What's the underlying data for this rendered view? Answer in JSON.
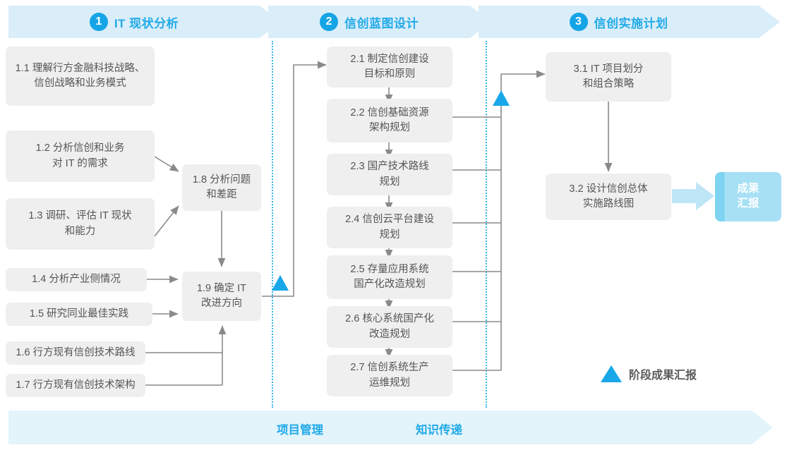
{
  "phases": [
    {
      "num": "1",
      "title": "IT 现状分析"
    },
    {
      "num": "2",
      "title": "信创蓝图设计"
    },
    {
      "num": "3",
      "title": "信创实施计划"
    }
  ],
  "tasks": {
    "phase1_left": [
      {
        "id": "1.1",
        "text": "1.1 理解行方金融科技战略、\n信创战略和业务模式"
      },
      {
        "id": "1.2",
        "text": "1.2 分析信创和业务\n对 IT 的需求"
      },
      {
        "id": "1.3",
        "text": "1.3 调研、评估 IT 现状\n和能力"
      },
      {
        "id": "1.4",
        "text": "1.4 分析产业侧情况"
      },
      {
        "id": "1.5",
        "text": "1.5 研究同业最佳实践"
      },
      {
        "id": "1.6",
        "text": "1.6 行方现有信创技术路线"
      },
      {
        "id": "1.7",
        "text": "1.7 行方现有信创技术架构"
      }
    ],
    "phase1_right": [
      {
        "id": "1.8",
        "text": "1.8 分析问题\n和差距"
      },
      {
        "id": "1.9",
        "text": "1.9 确定 IT\n改进方向"
      }
    ],
    "phase2": [
      {
        "id": "2.1",
        "text": "2.1 制定信创建设\n目标和原则"
      },
      {
        "id": "2.2",
        "text": "2.2 信创基础资源\n架构规划"
      },
      {
        "id": "2.3",
        "text": "2.3 国产技术路线\n规划"
      },
      {
        "id": "2.4",
        "text": "2.4 信创云平台建设\n规划"
      },
      {
        "id": "2.5",
        "text": "2.5 存量应用系统\n国产化改造规划"
      },
      {
        "id": "2.6",
        "text": "2.6 核心系统国产化\n改造规划"
      },
      {
        "id": "2.7",
        "text": "2.7 信创系统生产\n运维规划"
      }
    ],
    "phase3": [
      {
        "id": "3.1",
        "text": "3.1 IT 项目划分\n和组合策略"
      },
      {
        "id": "3.2",
        "text": "3.2 设计信创总体\n实施路线图"
      }
    ]
  },
  "deliverable": {
    "label": "成果\n汇报"
  },
  "legend": {
    "label": "阶段成果汇报",
    "marker": "triangle-up-icon"
  },
  "bottom_band": {
    "items": [
      {
        "label": "项目管理"
      },
      {
        "label": "知识传递"
      }
    ]
  },
  "colors": {
    "accent": "#22aae8",
    "accent_dark": "#15a4e6",
    "band": "#daeef9",
    "band_bottom": "#e3f4fb",
    "box": "#efefef",
    "box_text": "#555555",
    "connector": "#8a8a8a",
    "chip_light": "#a7e0f5",
    "chip_dark": "#7fd3f2"
  }
}
